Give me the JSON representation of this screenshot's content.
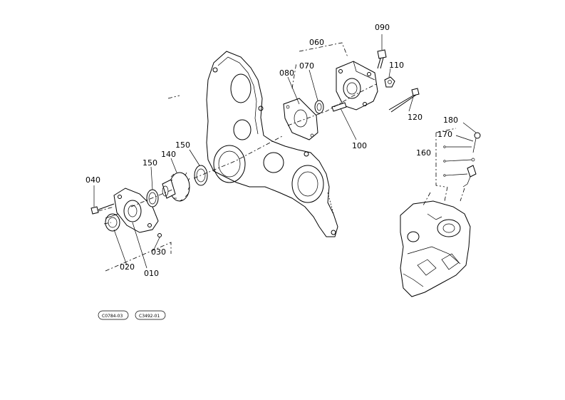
{
  "labels": {
    "p010": "010",
    "p020": "020",
    "p030": "030",
    "p040": "040",
    "p060": "060",
    "p070": "070",
    "p080": "080",
    "p090": "090",
    "p100": "100",
    "p110": "110",
    "p120": "120",
    "p140": "140",
    "p150a": "150",
    "p150b": "150",
    "p160": "160",
    "p170": "170",
    "p180": "180"
  },
  "stamps": {
    "left": "C0784-03",
    "right": "C3492-01"
  }
}
